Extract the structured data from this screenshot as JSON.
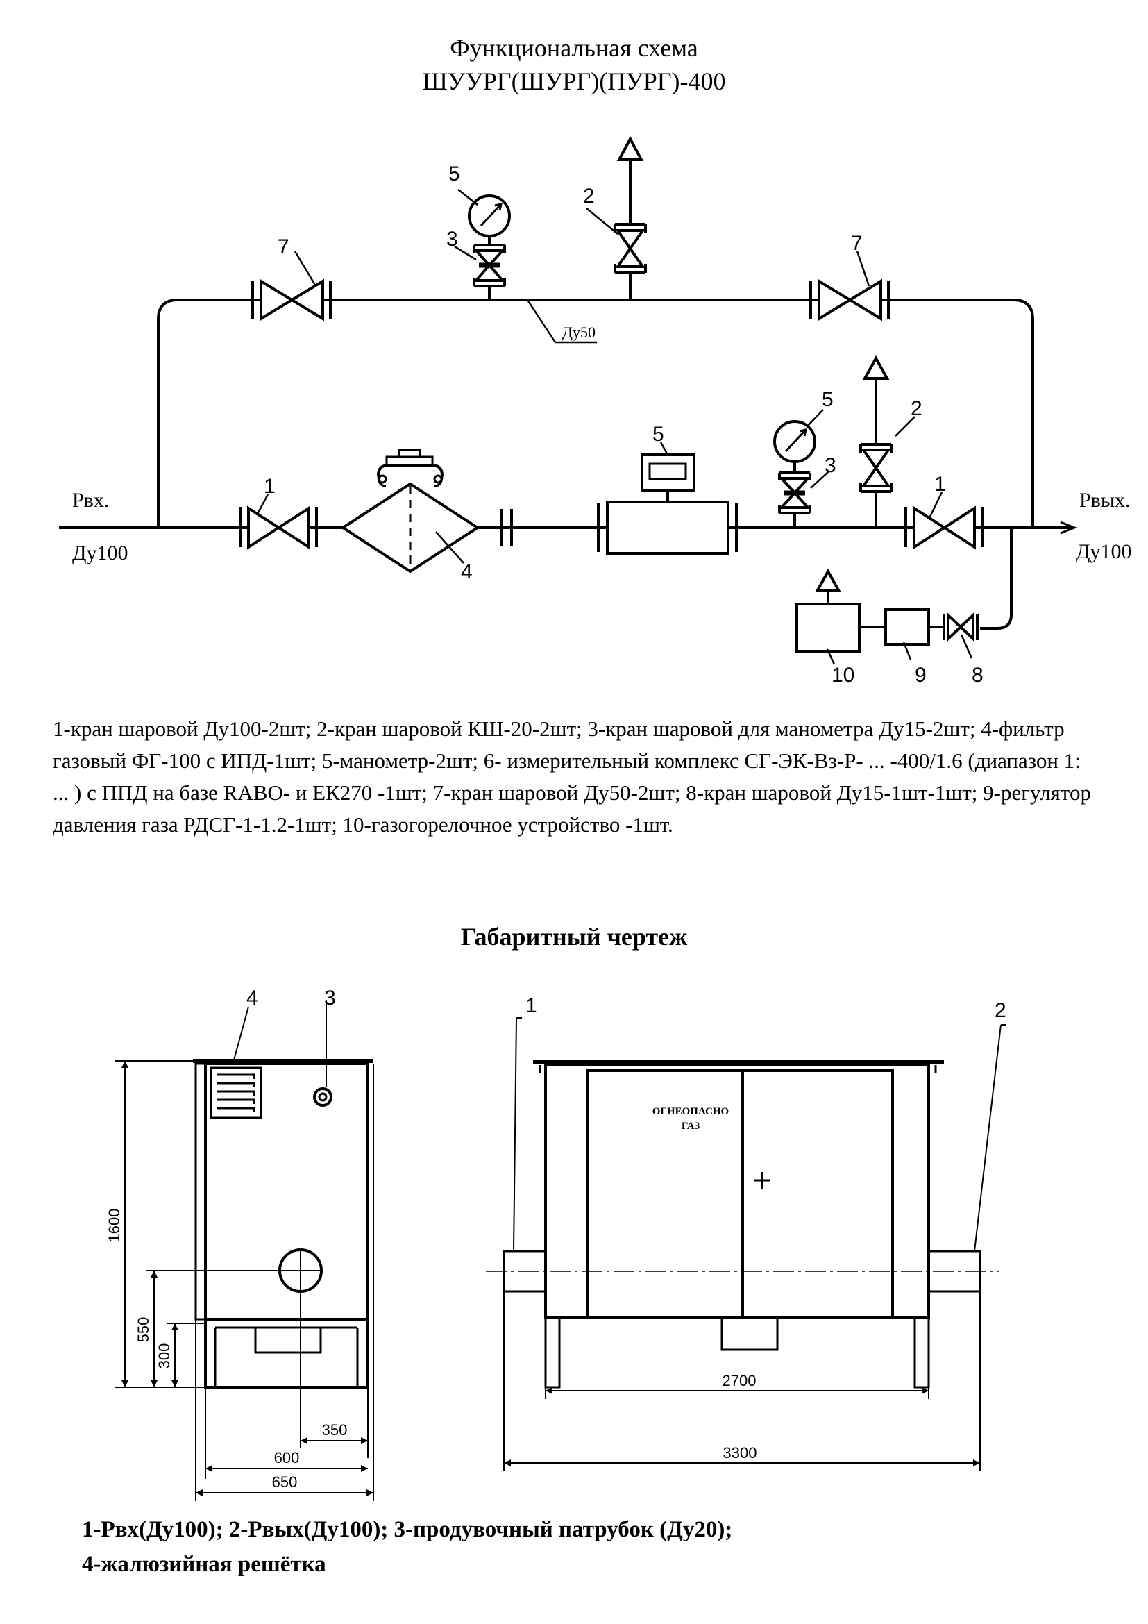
{
  "header": {
    "title_line1": "Функциональная схема",
    "title_line2": "ШУУРГ(ШУРГ)(ПУРГ)-400"
  },
  "scheme": {
    "inlet_pressure": "Рвх.",
    "inlet_diameter": "Ду100",
    "outlet_pressure": "Рвых.",
    "outlet_diameter": "Ду100",
    "bypass_diameter": "Ду50",
    "callouts": [
      "1",
      "2",
      "3",
      "4",
      "5",
      "7",
      "8",
      "9",
      "10"
    ]
  },
  "legend_text": "1-кран шаровой Ду100-2шт; 2-кран шаровой КШ-20-2шт; 3-кран шаровой для манометра Ду15-2шт; 4-фильтр газовый ФГ-100 с ИПД-1шт; 5-манометр-2шт; 6- измерительный комплекс СГ-ЭК-Вз-Р- ... -400/1.6 (диапазон 1: ... ) с ППД на базе RABO- и ЕК270 -1шт; 7-кран шаровой Ду50-2шт; 8-кран шаровой Ду15-1шт-1шт; 9-регулятор давления газа РДСГ-1-1.2-1шт; 10-газогорелочное устройство -1шт.",
  "outline": {
    "title": "Габаритный чертеж",
    "side_view": {
      "callouts": [
        "4",
        "3"
      ],
      "dim_height": "1600",
      "dim_inlet_height": "550",
      "dim_base_height": "300",
      "dim_inlet_offset": "350",
      "dim_body_width": "600",
      "dim_total_width": "650"
    },
    "front_view": {
      "callouts": [
        "1",
        "2"
      ],
      "warning_line1": "ОГНЕОПАСНО",
      "warning_line2": "ГАЗ",
      "dim_leg_span": "2700",
      "dim_total_length": "3300"
    }
  },
  "footer_legend": {
    "line1": "1-Рвх(Ду100); 2-Рвых(Ду100); 3-продувочный патрубок (Ду20);",
    "line2": "4-жалюзийная решётка"
  }
}
